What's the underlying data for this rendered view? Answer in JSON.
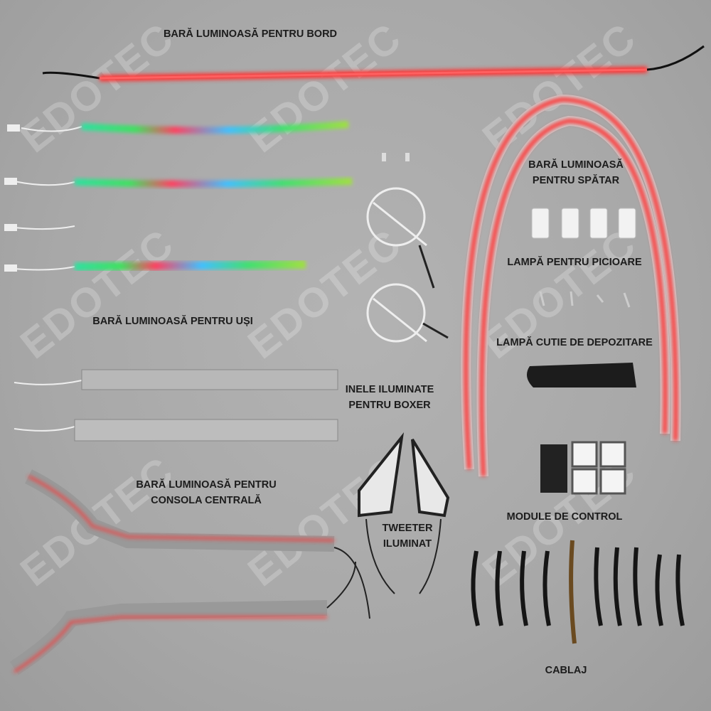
{
  "labels": {
    "dashboard": "BARĂ LUMINOASĂ PENTRU BORD",
    "backrest_1": "BARĂ LUMINOASĂ",
    "backrest_2": "PENTRU SPĂTAR",
    "footwell": "LAMPĂ PENTRU PICIOARE",
    "storage_box": "LAMPĂ CUTIE DE DEPOZITARE",
    "doors": "BARĂ LUMINOASĂ PENTRU UȘI",
    "speaker_rings_1": "INELE ILUMINATE",
    "speaker_rings_2": "PENTRU BOXER",
    "console_1": "BARĂ LUMINOASĂ PENTRU",
    "console_2": "CONSOLA CENTRALĂ",
    "tweeter_1": "TWEETER",
    "tweeter_2": "ILUMINAT",
    "control_modules": "MODULE DE CONTROL",
    "wiring": "CABLAJ"
  },
  "watermark": "EDOTEC",
  "colors": {
    "led_red": "#ff3030",
    "led_green": "#30e070",
    "led_blue": "#40b0ff",
    "background": "#a9a9a9"
  }
}
